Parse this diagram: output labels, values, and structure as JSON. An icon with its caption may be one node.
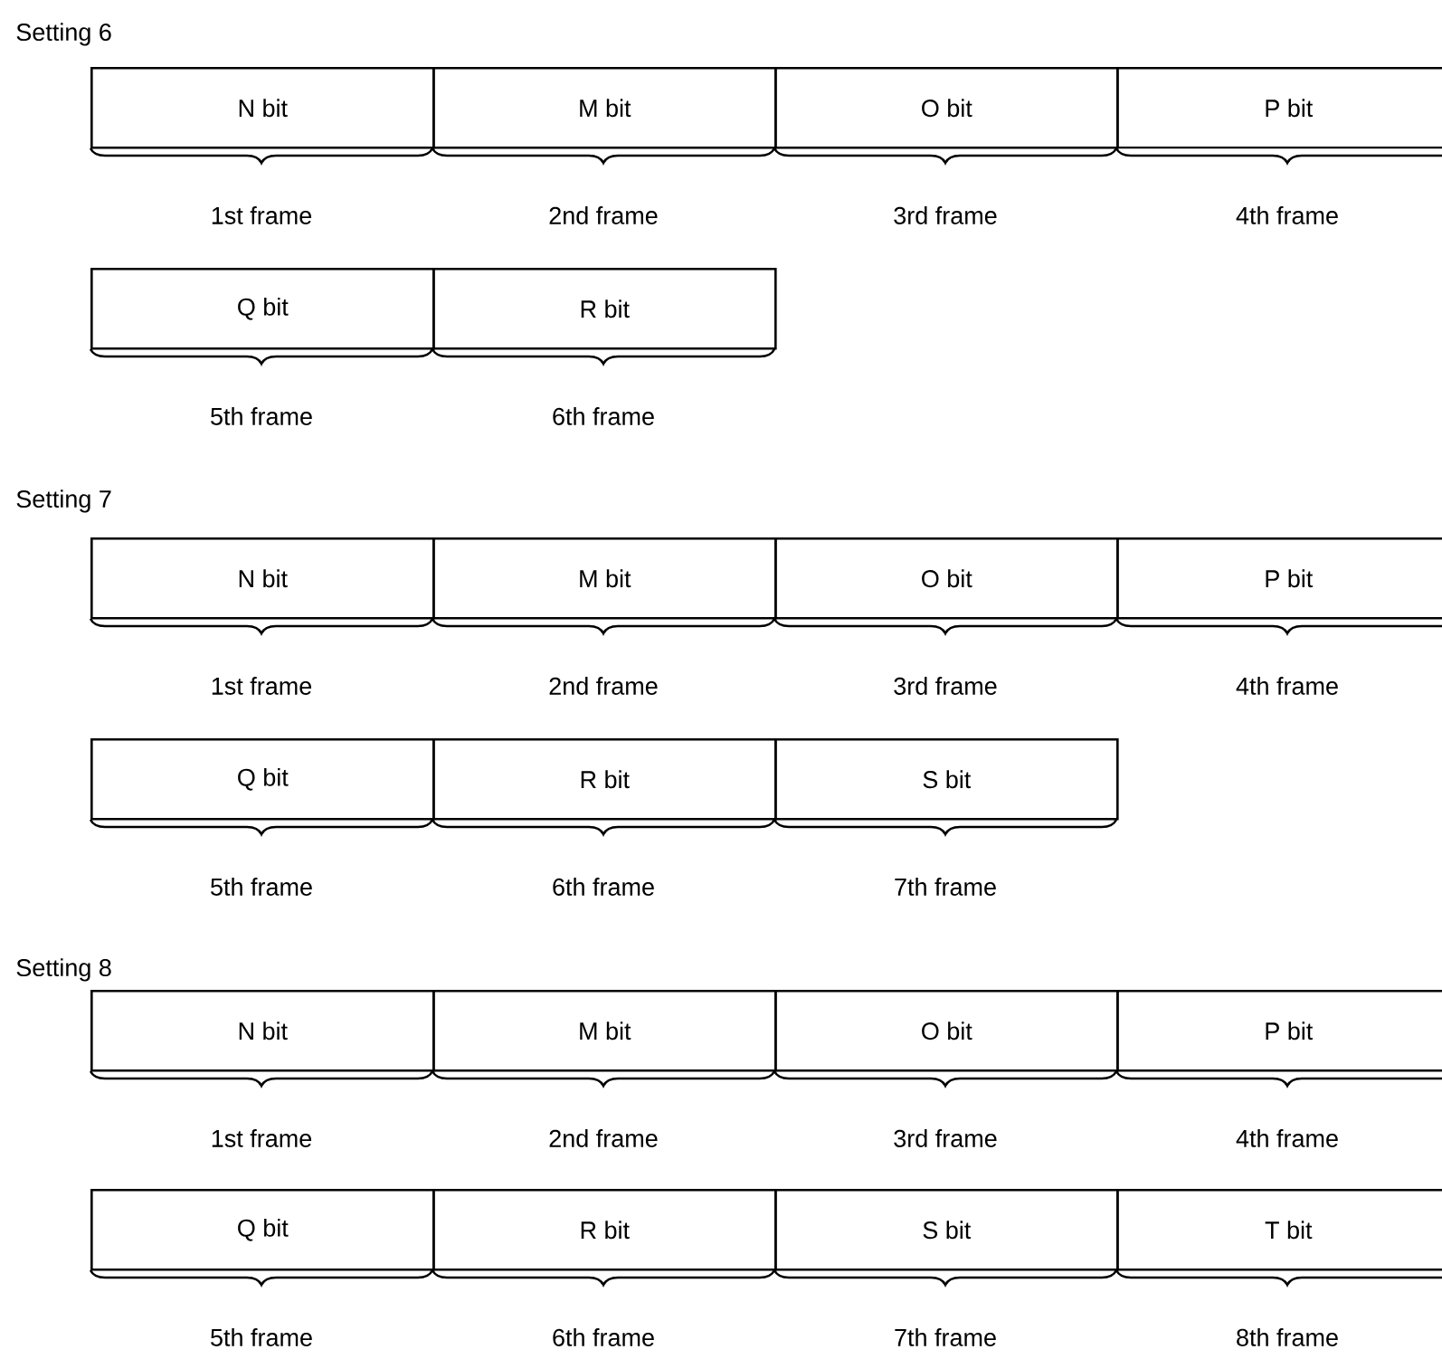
{
  "diagram": {
    "nodes": [
      {
        "text": [
          "N bit"
        ],
        "beside": [
          "1st frame"
        ]
      },
      {
        "text": [
          "M bit"
        ],
        "beside": [
          "2nd frame"
        ]
      },
      {
        "text": [
          "O bit"
        ],
        "beside": [
          "3rd frame"
        ]
      },
      {
        "text": [
          "P bit"
        ],
        "beside": [
          "4th frame"
        ]
      },
      {
        "text": [
          "Q bit"
        ],
        "beside": [
          "5th frame"
        ]
      },
      {
        "text": [
          "R bit"
        ],
        "beside": [
          "6th frame"
        ]
      },
      {
        "text": [
          "N bit"
        ],
        "beside": [
          "1st frame"
        ]
      },
      {
        "text": [
          "M bit"
        ],
        "beside": [
          "2nd frame"
        ]
      },
      {
        "text": [
          "O bit"
        ],
        "beside": [
          "3rd frame"
        ]
      },
      {
        "text": [
          "P bit"
        ],
        "beside": [
          "4th frame"
        ]
      },
      {
        "text": [
          "Q bit"
        ],
        "beside": [
          "5th frame"
        ]
      },
      {
        "text": [
          "R bit"
        ],
        "beside": [
          "6th frame"
        ]
      },
      {
        "text": [
          "S bit"
        ],
        "beside": [
          "7th frame"
        ]
      },
      {
        "text": [
          "N bit"
        ],
        "beside": [
          "1st frame"
        ]
      },
      {
        "text": [
          "M bit"
        ],
        "beside": [
          "2nd frame"
        ]
      },
      {
        "text": [
          "O bit"
        ],
        "beside": [
          "3rd frame"
        ]
      },
      {
        "text": [
          "P bit"
        ],
        "beside": [
          "4th frame"
        ]
      },
      {
        "text": [
          "Q bit"
        ],
        "beside": [
          "5th frame"
        ]
      },
      {
        "text": [
          "R bit"
        ],
        "beside": [
          "6th frame"
        ]
      },
      {
        "text": [
          "S bit"
        ],
        "beside": [
          "7th frame"
        ]
      },
      {
        "text": [
          "T bit"
        ],
        "beside": [
          "8th frame"
        ]
      }
    ],
    "labels": [
      "Setting 6",
      "Setting 7",
      "Setting 8"
    ]
  }
}
